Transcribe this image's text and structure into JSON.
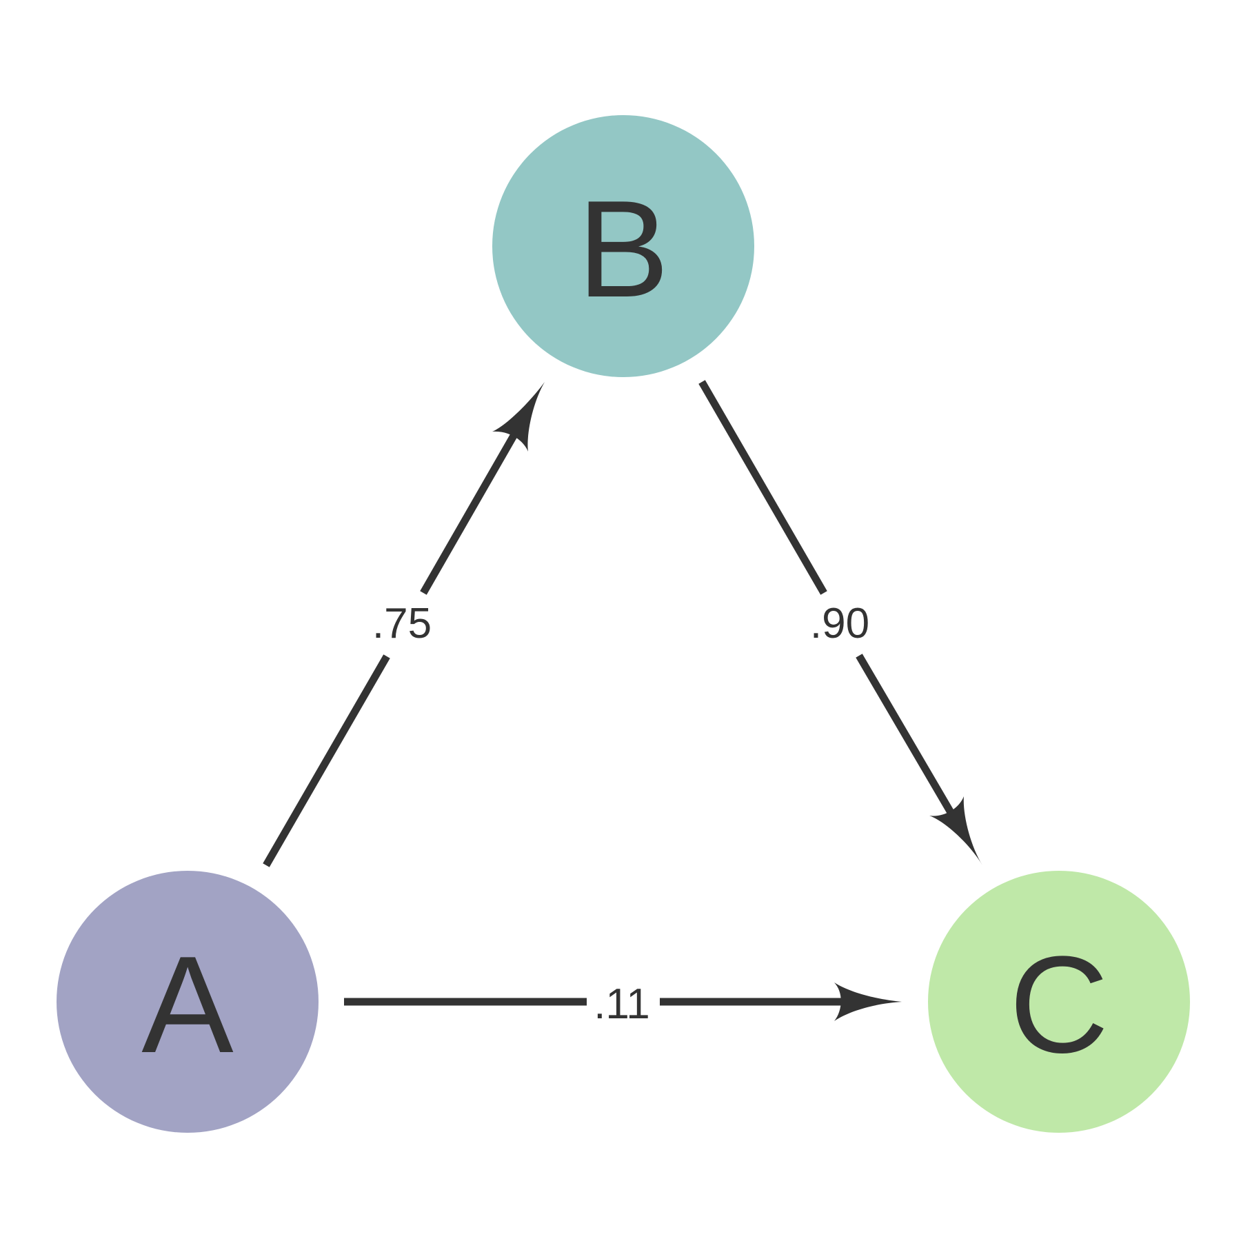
{
  "nodes": [
    {
      "id": "A",
      "label": "A",
      "color": "#a2a3c4"
    },
    {
      "id": "B",
      "label": "B",
      "color": "#93c7c5"
    },
    {
      "id": "C",
      "label": "C",
      "color": "#bfe8a8"
    }
  ],
  "edges": [
    {
      "from": "A",
      "to": "B",
      "label": ".75"
    },
    {
      "from": "B",
      "to": "C",
      "label": ".90"
    },
    {
      "from": "A",
      "to": "C",
      "label": ".11"
    }
  ],
  "colors": {
    "edge": "#333333",
    "text": "#333333",
    "background": "#ffffff"
  }
}
